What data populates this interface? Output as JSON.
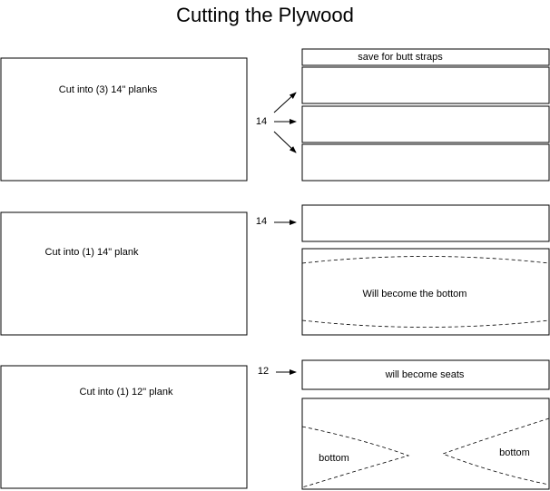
{
  "title": "Cutting the Plywood",
  "sections": [
    {
      "sheet_label": "Cut into (3) 14\" planks",
      "measure": "14",
      "planks": [
        "save for butt straps",
        "",
        "",
        ""
      ]
    },
    {
      "sheet_label": "Cut into (1) 14\" plank",
      "measure": "14",
      "planks": [
        ""
      ],
      "remainder_label": "Will become the bottom"
    },
    {
      "sheet_label": "Cut into (1) 12\" plank",
      "measure": "12",
      "planks": [
        "will become seats"
      ],
      "remainder_labels": [
        "bottom",
        "bottom"
      ]
    }
  ]
}
